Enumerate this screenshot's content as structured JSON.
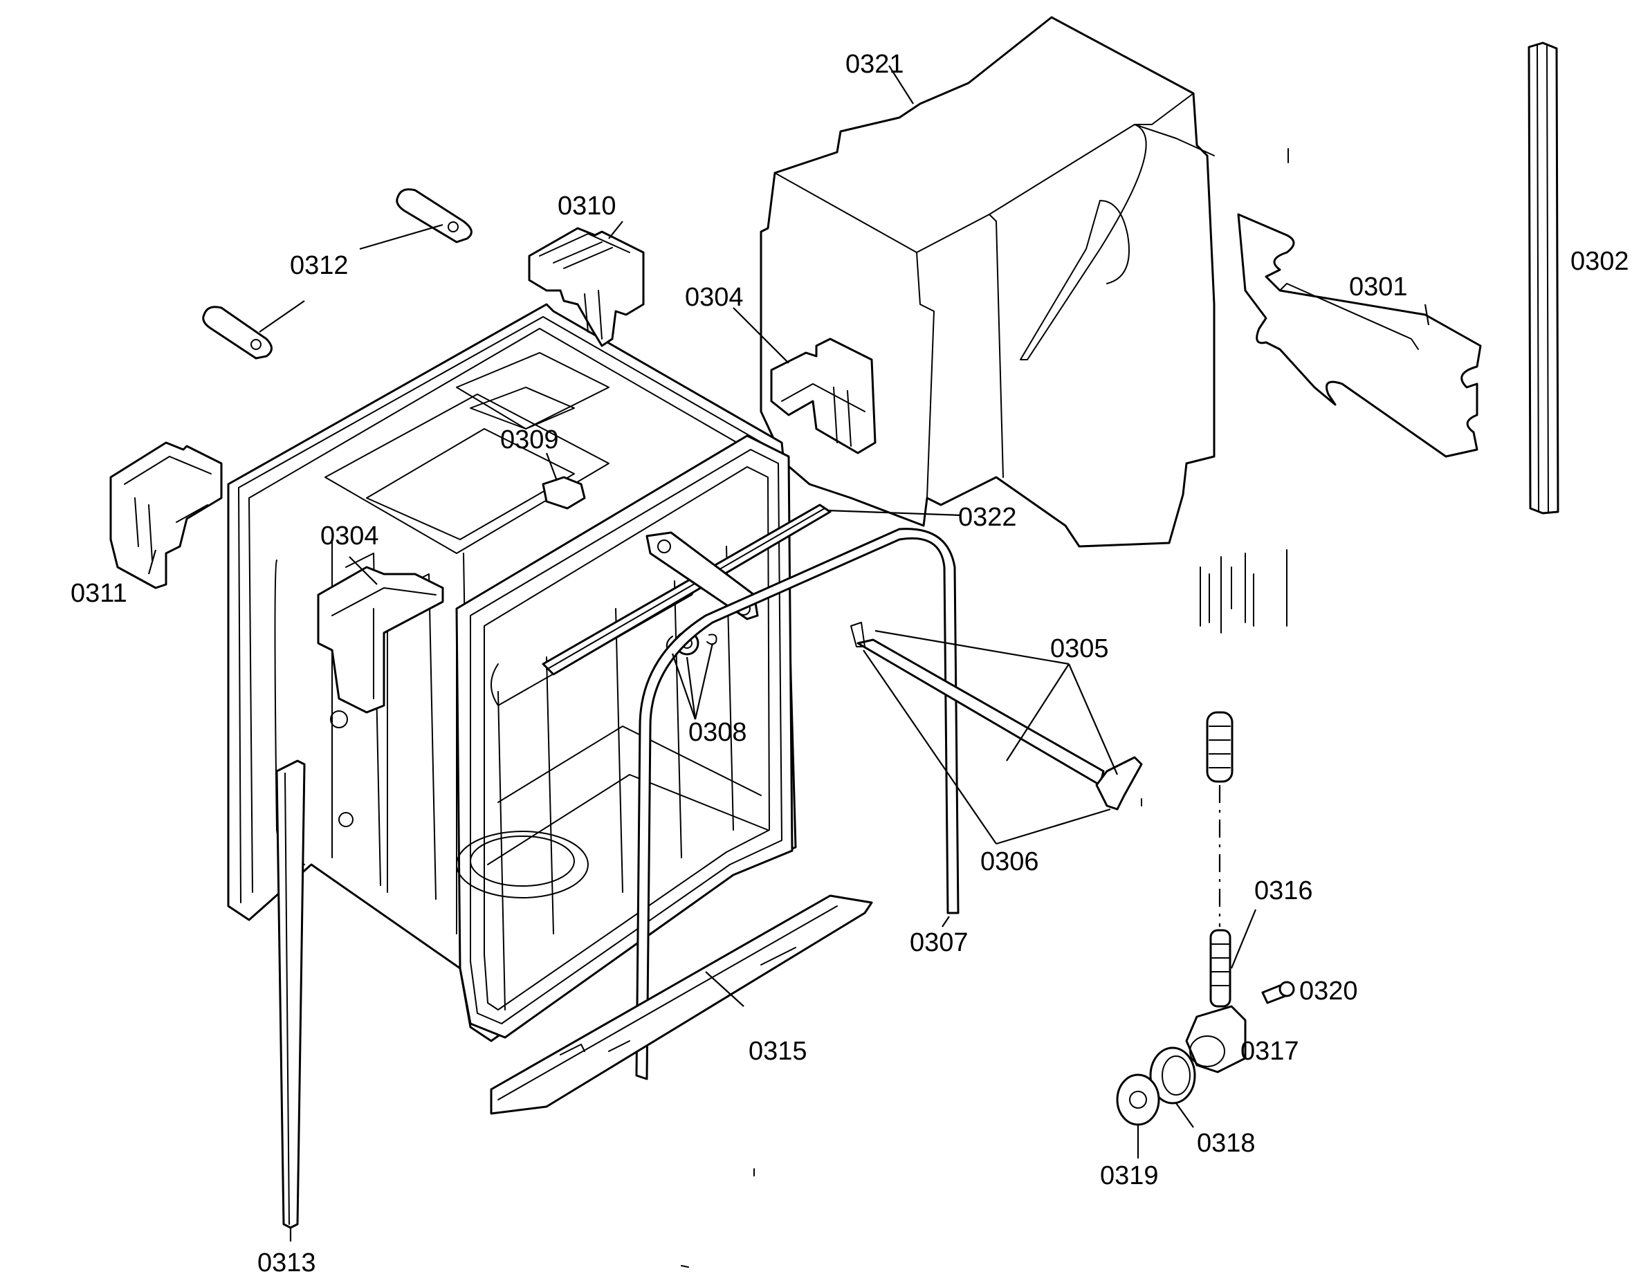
{
  "colors": {
    "line": "#000000",
    "background": "#ffffff"
  },
  "callouts": [
    {
      "id": "c0321",
      "label": "0321"
    },
    {
      "id": "c0302",
      "label": "0302"
    },
    {
      "id": "c0301",
      "label": "0301"
    },
    {
      "id": "c0310",
      "label": "0310"
    },
    {
      "id": "c0312",
      "label": "0312"
    },
    {
      "id": "c0304a",
      "label": "0304"
    },
    {
      "id": "c0309",
      "label": "0309"
    },
    {
      "id": "c0304b",
      "label": "0304"
    },
    {
      "id": "c0311",
      "label": "0311"
    },
    {
      "id": "c0322",
      "label": "0322"
    },
    {
      "id": "c0305",
      "label": "0305"
    },
    {
      "id": "c0308",
      "label": "0308"
    },
    {
      "id": "c0306",
      "label": "0306"
    },
    {
      "id": "c0307",
      "label": "0307"
    },
    {
      "id": "c0316",
      "label": "0316"
    },
    {
      "id": "c0320",
      "label": "0320"
    },
    {
      "id": "c0317",
      "label": "0317"
    },
    {
      "id": "c0315",
      "label": "0315"
    },
    {
      "id": "c0318",
      "label": "0318"
    },
    {
      "id": "c0319",
      "label": "0319"
    },
    {
      "id": "c0313",
      "label": "0313"
    }
  ]
}
